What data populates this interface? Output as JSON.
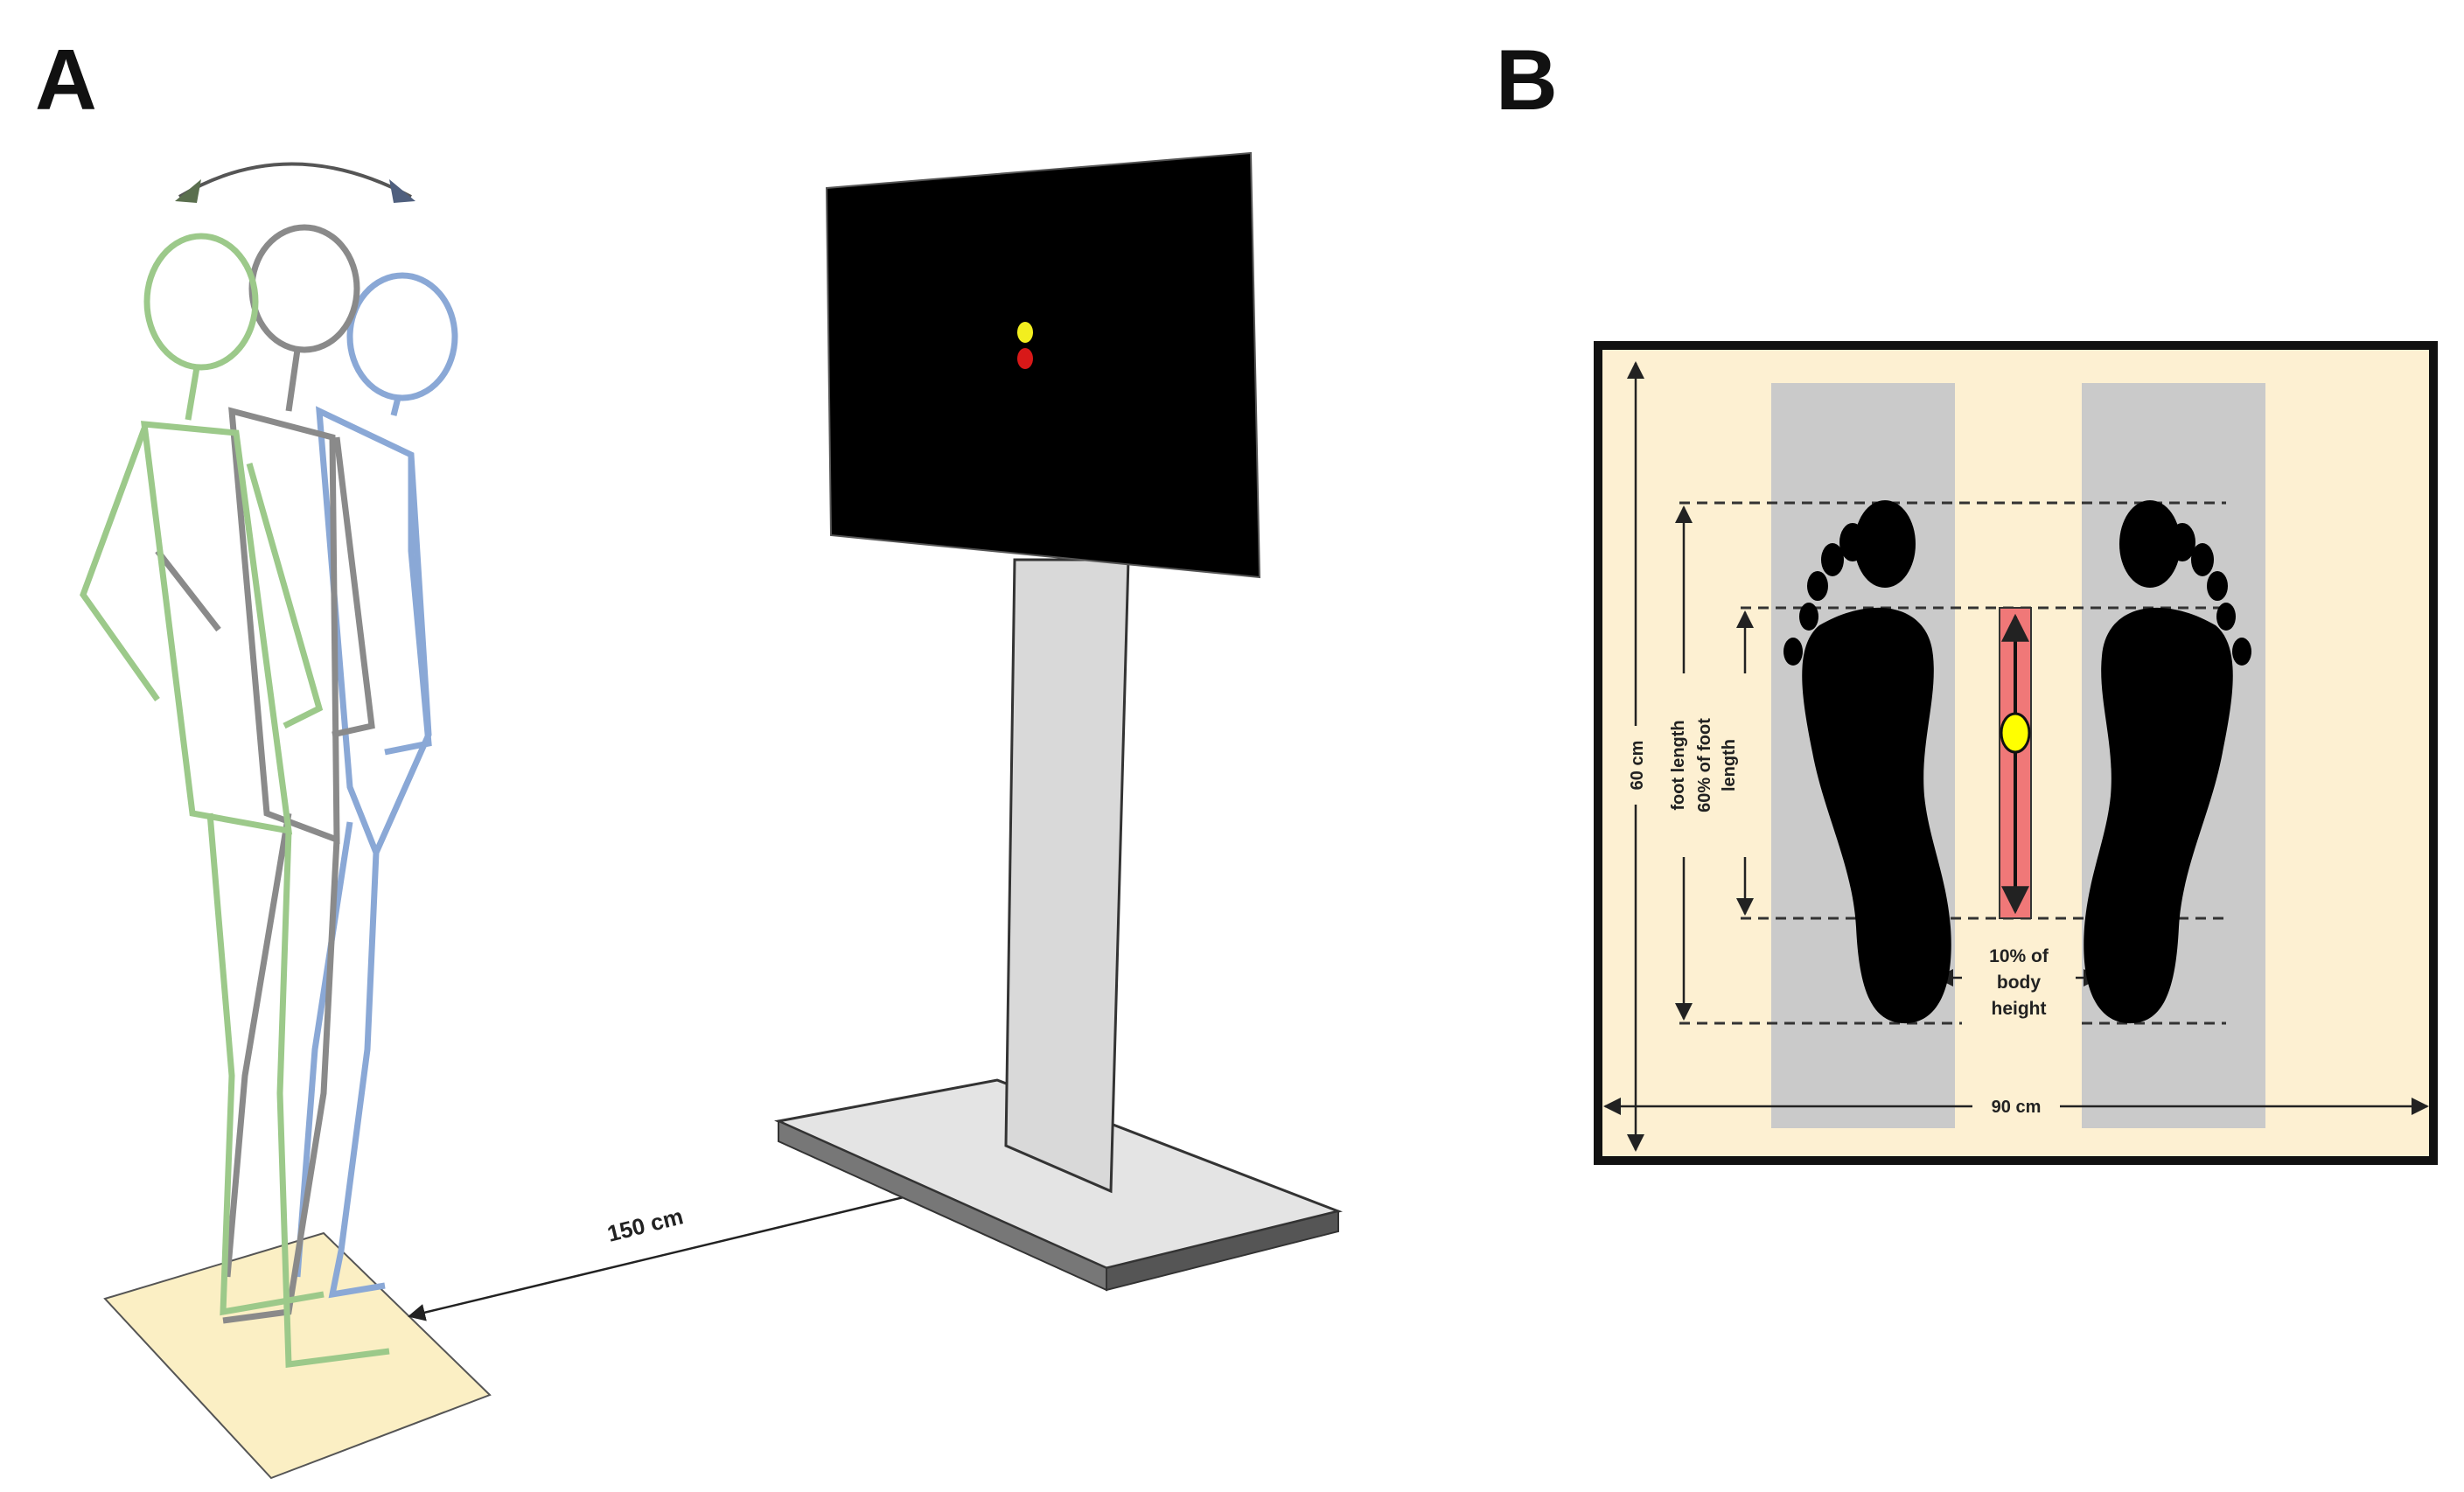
{
  "panels": {
    "a": {
      "letter": "A"
    },
    "b": {
      "letter": "B"
    }
  },
  "panel_a": {
    "distance_label": "150 cm",
    "figure_colors": {
      "left": "#9cc98a",
      "center": "#8a8a8a",
      "right": "#8aa8d6"
    },
    "mat_color": "#fbefc4",
    "screen": {
      "background": "#000000",
      "dot_top": "#f2ee1f",
      "dot_bottom": "#d81818"
    }
  },
  "panel_b": {
    "board_color": "#fdf0d2",
    "lane_color": "#cacaca",
    "labels": {
      "height": "60 cm",
      "foot_length_1": "foot length",
      "foot_length_2": "60% of foot",
      "foot_length_3": "length",
      "width": "90 cm",
      "stance_1": "10% of",
      "stance_2": "body",
      "stance_3": "height"
    },
    "target": {
      "bar_color": "#f07878",
      "dot_color": "#ffff00"
    }
  }
}
